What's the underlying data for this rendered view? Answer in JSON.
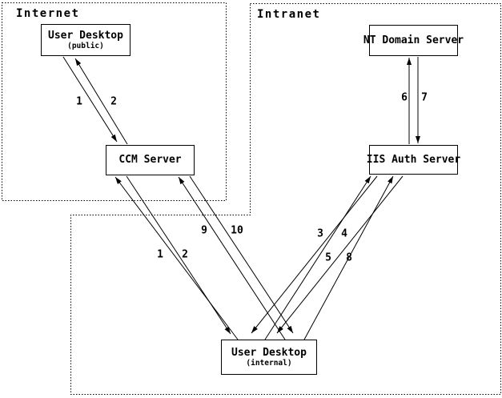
{
  "diagram": {
    "zones": [
      {
        "id": "internet",
        "label": "Internet"
      },
      {
        "id": "intranet",
        "label": "Intranet"
      }
    ],
    "nodes": [
      {
        "id": "user-desktop-public",
        "title": "User Desktop",
        "subtitle": "(public)",
        "zone": "Internet"
      },
      {
        "id": "ccm-server",
        "title": "CCM Server",
        "subtitle": "",
        "zone": "Internet"
      },
      {
        "id": "nt-domain-server",
        "title": "NT Domain Server",
        "subtitle": "",
        "zone": "Intranet"
      },
      {
        "id": "iis-auth-server",
        "title": "IIS Auth Server",
        "subtitle": "",
        "zone": "Intranet"
      },
      {
        "id": "user-desktop-internal",
        "title": "User Desktop",
        "subtitle": "(internal)",
        "zone": "Intranet"
      }
    ],
    "flows": [
      {
        "label": "1",
        "from": "user-desktop-public",
        "to": "ccm-server"
      },
      {
        "label": "2",
        "from": "ccm-server",
        "to": "user-desktop-public"
      },
      {
        "label": "1",
        "from": "user-desktop-internal",
        "to": "ccm-server"
      },
      {
        "label": "2",
        "from": "ccm-server",
        "to": "user-desktop-internal"
      },
      {
        "label": "9",
        "from": "user-desktop-internal",
        "to": "ccm-server"
      },
      {
        "label": "10",
        "from": "ccm-server",
        "to": "user-desktop-internal"
      },
      {
        "label": "3",
        "from": "user-desktop-internal",
        "to": "iis-auth-server"
      },
      {
        "label": "4",
        "from": "iis-auth-server",
        "to": "user-desktop-internal"
      },
      {
        "label": "5",
        "from": "user-desktop-internal",
        "to": "iis-auth-server"
      },
      {
        "label": "8",
        "from": "iis-auth-server",
        "to": "user-desktop-internal"
      },
      {
        "label": "6",
        "from": "iis-auth-server",
        "to": "nt-domain-server"
      },
      {
        "label": "7",
        "from": "nt-domain-server",
        "to": "iis-auth-server"
      }
    ],
    "colors": {
      "line": "#000000",
      "background": "#ffffff"
    }
  }
}
